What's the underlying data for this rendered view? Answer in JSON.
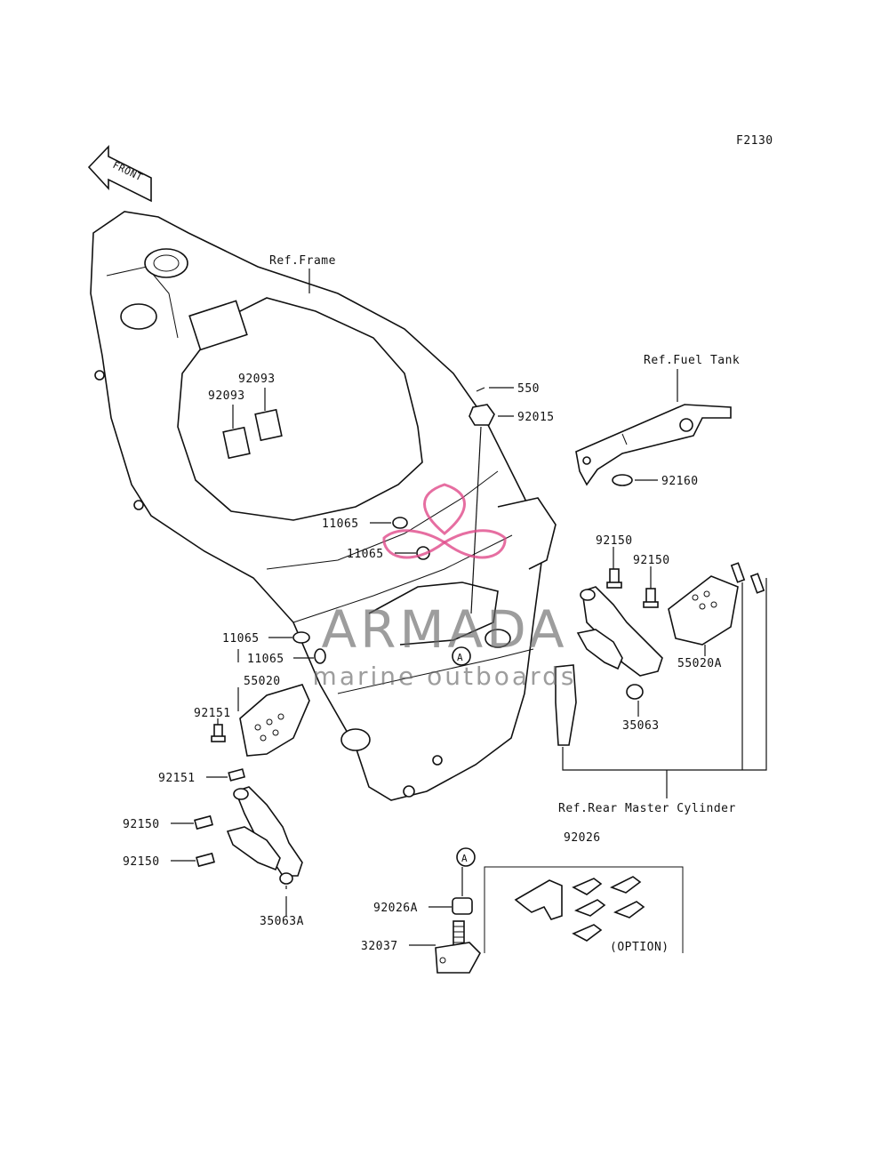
{
  "diagram": {
    "code": "F2130",
    "front_label": "FRONT",
    "refs": {
      "frame": "Ref.Frame",
      "fuel_tank": "Ref.Fuel Tank",
      "rear_master_cylinder": "Ref.Rear Master Cylinder"
    },
    "callouts": {
      "p550": "550",
      "p92015": "92015",
      "p92093_a": "92093",
      "p92093_b": "92093",
      "p92160": "92160",
      "p11065_a": "11065",
      "p11065_b": "11065",
      "p11065_c": "11065",
      "p11065_d": "11065",
      "p92150_a": "92150",
      "p92150_b": "92150",
      "p92150_c": "92150",
      "p92150_d": "92150",
      "p55020A": "55020A",
      "p35063": "35063",
      "p55020": "55020",
      "p92151_a": "92151",
      "p92151_b": "92151",
      "p35063A": "35063A",
      "p92026": "92026",
      "p92026A": "92026A",
      "p32037": "32037",
      "option": "(OPTION)",
      "marker_a1": "A",
      "marker_a2": "A"
    }
  },
  "watermark": {
    "title": "ARMADA",
    "subtitle": "marine outboards",
    "accent_color": "#e04a8a"
  }
}
